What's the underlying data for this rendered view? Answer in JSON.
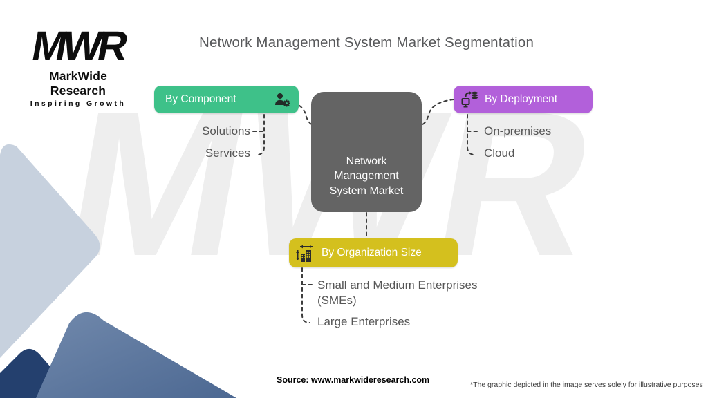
{
  "page": {
    "title": "Network Management System Market Segmentation"
  },
  "logo": {
    "mark": "MWR",
    "name": "MarkWide Research",
    "tagline": "Inspiring Growth",
    "icon": "mwr-logo"
  },
  "watermark": "MWR",
  "center": {
    "label": "Network Management System Market"
  },
  "segments": [
    {
      "label": "By Component",
      "color": "#3ec189",
      "icon": "person-gear-icon",
      "items": [
        "Solutions",
        "Services"
      ]
    },
    {
      "label": "By Deployment",
      "color": "#b260da",
      "icon": "monitor-deploy-icon",
      "items": [
        "On-premises",
        "Cloud"
      ]
    },
    {
      "label": "By Organization Size",
      "color": "#d4c01e",
      "icon": "building-measure-icon",
      "items": [
        "Small and Medium Enterprises (SMEs)",
        "Large Enterprises"
      ]
    }
  ],
  "footer": {
    "source": "Source: www.markwideresearch.com",
    "disclaimer": "*The graphic depicted in the image serves solely for illustrative purposes"
  },
  "colors": {
    "green": "#3ec189",
    "purple": "#b260da",
    "yellow": "#d4c01e",
    "center_box": "#646464",
    "title_text": "#58595b",
    "label_text": "#565656",
    "connector": "#3d3d3d",
    "watermark": "#eeeeee",
    "shape_light": "#c7d1de",
    "shape_steel": "#5d79a3",
    "shape_navy": "#24406e"
  }
}
